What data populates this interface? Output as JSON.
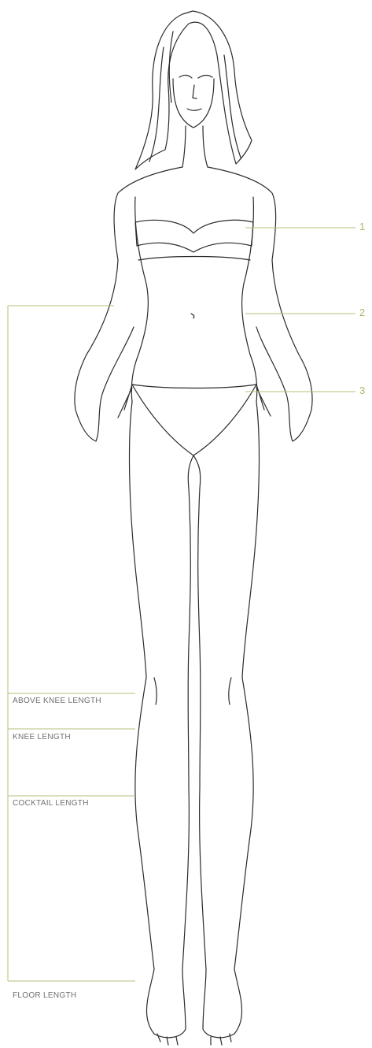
{
  "callouts": [
    {
      "number": "1",
      "region": "bust"
    },
    {
      "number": "2",
      "region": "waist"
    },
    {
      "number": "3",
      "region": "hip"
    }
  ],
  "hemlines": [
    {
      "label": "ABOVE KNEE LENGTH"
    },
    {
      "label": "KNEE LENGTH"
    },
    {
      "label": "COCKTAIL LENGTH"
    },
    {
      "label": "FLOOR LENGTH"
    }
  ],
  "colors": {
    "guide_line": "#b5c07a",
    "sketch_line": "#2b2b2b",
    "label_text": "#6f6f6f"
  }
}
